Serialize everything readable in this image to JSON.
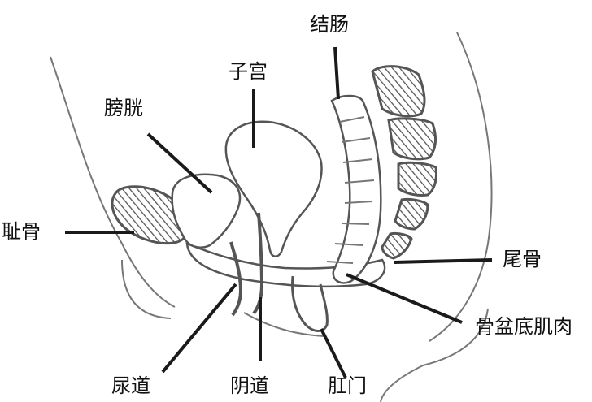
{
  "labels": {
    "colon": "结肠",
    "uterus": "子宫",
    "bladder": "膀胱",
    "pubic_bone": "耻骨",
    "coccyx": "尾骨",
    "pelvic_floor_muscle": "骨盆底肌肉",
    "urethra": "尿道",
    "vagina": "阴道",
    "anus": "肛门"
  },
  "colors": {
    "line": "#1a1a1a",
    "outline": "#777777",
    "fill": "#ffffff",
    "hatch": "#555555"
  }
}
